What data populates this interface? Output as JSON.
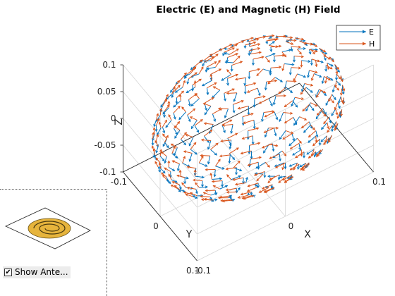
{
  "chart_data": {
    "type": "quiver3d",
    "title": "Electric (E) and Magnetic (H) Field",
    "xlabel": "X",
    "ylabel": "Y",
    "zlabel": "Z",
    "xlim": [
      -0.1,
      0.1
    ],
    "ylim": [
      -0.1,
      0.1
    ],
    "zlim": [
      -0.1,
      0.1
    ],
    "xticks": [
      "-0.1",
      "0",
      "0.1"
    ],
    "yticks": [
      "-0.1",
      "0",
      "0.1"
    ],
    "zticks": [
      "-0.1",
      "-0.05",
      "0",
      "0.05",
      "0.1"
    ],
    "sphere_radius": 0.1,
    "legend_placement": "top-right",
    "grid": true,
    "series": [
      {
        "name": "E",
        "color": "#0072BD"
      },
      {
        "name": "H",
        "color": "#D95319"
      }
    ]
  },
  "controls": {
    "show_antenna_label": "Show Ante...",
    "show_antenna_checked": true,
    "antenna_color": "#E6B43C"
  }
}
